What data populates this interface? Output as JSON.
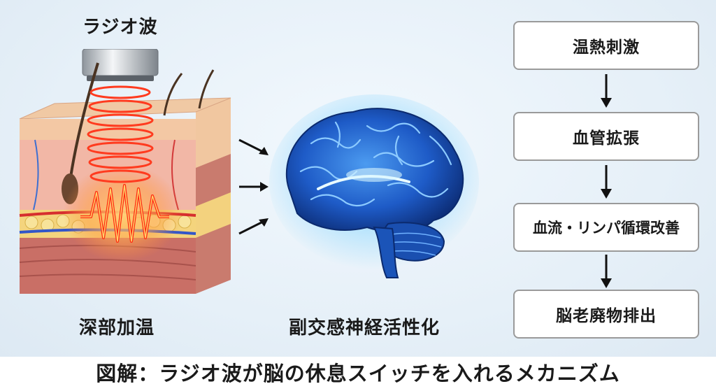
{
  "labels": {
    "radio_wave": "ラジオ波",
    "deep_heating": "深部加温",
    "parasympathetic": "副交感神経活性化"
  },
  "flow_steps": [
    {
      "label": "温熱刺激"
    },
    {
      "label": "血管拡張"
    },
    {
      "label": "血流・リンパ循環改善"
    },
    {
      "label": "脳老廃物排出"
    }
  ],
  "caption": "図解：ラジオ波が脳の休息スイッチを入れるメカニズム",
  "colors": {
    "heat_wave": "#ff3b1f",
    "heat_glow": "#ffb347",
    "brain": "#1e5bc7",
    "brain_glow": "#7fd3ff",
    "box_border": "#9a9a9a",
    "arrow": "#111111"
  },
  "icons": [
    "rf-probe-icon",
    "skin-cross-section-icon",
    "brain-icon"
  ]
}
